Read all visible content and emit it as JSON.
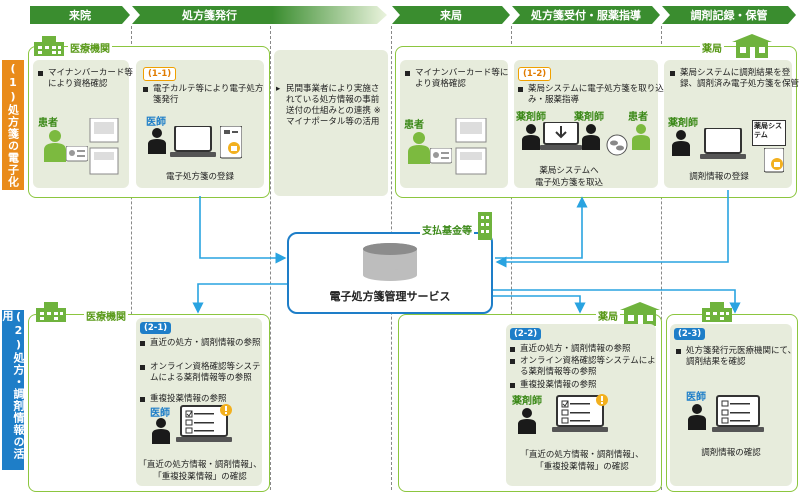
{
  "header": {
    "steps": [
      "来院",
      "処方箋発行",
      "来局",
      "処方箋受付・服薬指導",
      "調剤記録・保管"
    ]
  },
  "side": {
    "row1": "(1)処方箋の電子化",
    "row2": "(2)処方・調剤情報の活用"
  },
  "row1": {
    "medical": {
      "title": "医療機関",
      "step1_text": "マイナンバーカード等により資格確認",
      "patient": "患者",
      "tag": "(1-1)",
      "issue_text": "電子カルテ等により電子処方箋発行",
      "doctor": "医師",
      "caption": "電子処方箋の登録"
    },
    "private": {
      "text": "民間事業者により実施されている処方情報の事前送付の仕組みとの連携 ※マイナポータル等の活用"
    },
    "pharmacy": {
      "title": "薬局",
      "step3_text": "マイナンバーカード等により資格確認",
      "patient": "患者",
      "tag": "(1-2)",
      "accept_text": "薬局システムに電子処方箋を取り込み・服薬指導",
      "pharmacist1": "薬剤師",
      "pharmacist2": "薬剤師",
      "patient2": "患者",
      "caption1": "薬局システムへ",
      "caption2": "電子処方箋を取込",
      "record_text": "薬局システムに調剤結果を登録、調剤済み電子処方箋を保管",
      "pharmacist3": "薬剤師",
      "system_label": "薬局システム",
      "caption3": "調剤情報の登録"
    }
  },
  "center": {
    "fund": "支払基金等",
    "service": "電子処方箋管理サービス"
  },
  "row2": {
    "medical": {
      "title": "医療機関",
      "tag": "(2-1)",
      "items": [
        "直近の処方・調剤情報の参照",
        "オンライン資格確認等システムによる薬剤情報等の参照",
        "重複投薬情報の参照"
      ],
      "doctor": "医師",
      "caption1": "「直近の処方情報・調剤情報」、",
      "caption2": "「重複投薬情報」の確認"
    },
    "pharmacy": {
      "title": "薬局",
      "tag": "(2-2)",
      "items": [
        "直近の処方・調剤情報の参照",
        "オンライン資格確認等システムによる薬剤情報等の参照",
        "重複投薬情報の参照"
      ],
      "pharmacist": "薬剤師",
      "caption1": "「直近の処方情報・調剤情報」、",
      "caption2": "「重複投薬情報」の確認"
    },
    "record": {
      "tag": "(2-3)",
      "items": [
        "処方箋発行元医療機関にて、調剤結果を確認"
      ],
      "doctor": "医師",
      "caption": "調剤情報の確認"
    }
  },
  "colors": {
    "header_green": "#3a8d2f",
    "header_light": "#dcebc6",
    "panel_border": "#8cc63f",
    "side_orange": "#e98b1a",
    "side_blue": "#1e7ec8",
    "arrow_blue": "#29a3e0",
    "tag_blue": "#1e7ec8"
  }
}
